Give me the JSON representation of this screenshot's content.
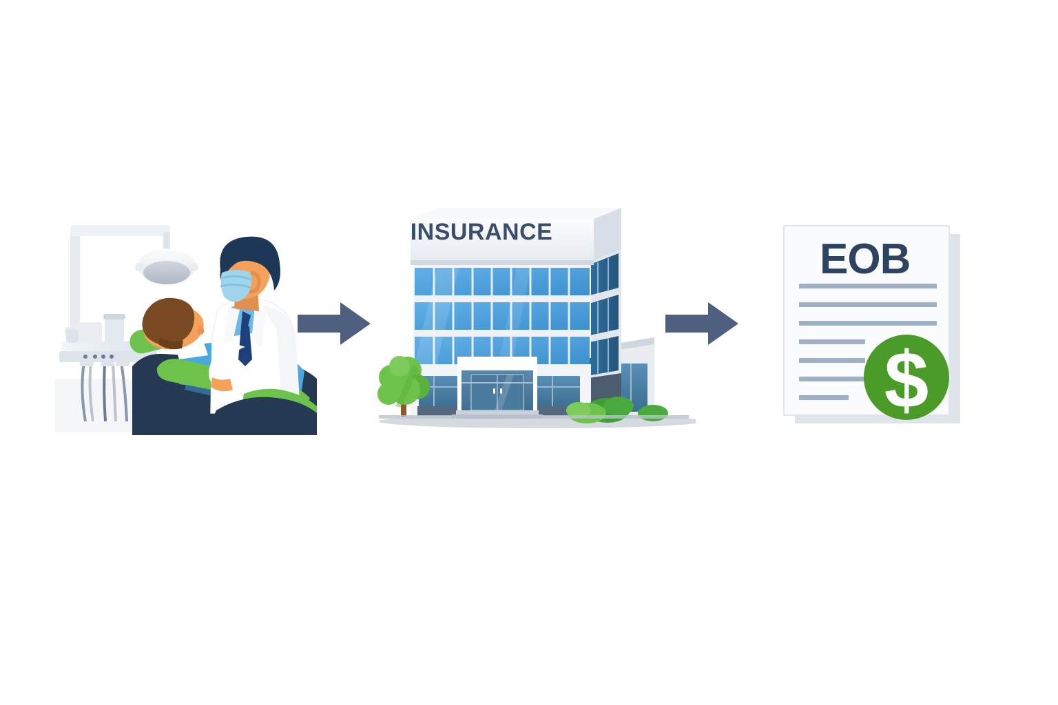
{
  "diagram": {
    "title": "Dental claim to insurance to EOB flow",
    "background_color": "#ffffff",
    "direction": "left-to-right",
    "steps": [
      {
        "id": "dental-visit",
        "order": 1,
        "kind": "illustration",
        "name": "dental-office-scene",
        "label": "",
        "description": "Dentist treating a patient reclined in a dental chair under an overhead operatory lamp"
      },
      {
        "id": "insurance-company",
        "order": 2,
        "kind": "illustration",
        "name": "insurance-building-scene",
        "label": "INSURANCE",
        "description": "Multi-story glass office building with an INSURANCE sign on the facade"
      },
      {
        "id": "eob-document",
        "order": 3,
        "kind": "illustration",
        "name": "eob-document-scene",
        "label": "EOB",
        "description": "Explanation of Benefits paper document with text lines and a green dollar coin badge"
      }
    ],
    "connectors": [
      {
        "id": "arrow-1",
        "name": "flow-arrow-1",
        "from": "dental-visit",
        "to": "insurance-company",
        "color": "#4f5f80"
      },
      {
        "id": "arrow-2",
        "name": "flow-arrow-2",
        "from": "insurance-company",
        "to": "eob-document",
        "color": "#4f5f80"
      }
    ]
  },
  "building": {
    "sign_text": "INSURANCE",
    "sign_text_color": "#3a4d6b",
    "sign_panel_color": "#eef1f5",
    "facade_color": "#f2f4f7",
    "window_color_front": "#4a9ede",
    "window_color_side": "#2f6f9e",
    "window_rows": 3,
    "window_columns": 9,
    "side_window_columns": 3,
    "ground_color": "#c7cdd6",
    "tree_color": "#6cc24a",
    "tree_trunk_color": "#8b5a2b",
    "bush_color_left": "#6cc24a",
    "bush_color_right": "#3f9e37"
  },
  "eob": {
    "title": "EOB",
    "title_color": "#2e4360",
    "page_color": "#fafbfc",
    "page_border_color": "#e2e6eb",
    "shadow_page_color": "#dfe4ea",
    "line_color": "#9fb0c4",
    "lines": [
      {
        "index": 1,
        "width_pct": 92
      },
      {
        "index": 2,
        "width_pct": 92
      },
      {
        "index": 3,
        "width_pct": 92
      },
      {
        "index": 4,
        "width_pct": 44
      },
      {
        "index": 5,
        "width_pct": 44
      },
      {
        "index": 6,
        "width_pct": 44
      },
      {
        "index": 7,
        "width_pct": 33
      }
    ],
    "badge": {
      "name": "dollar-badge",
      "symbol": "$",
      "circle_color": "#4a9b27",
      "symbol_color": "#ffffff"
    }
  },
  "dental": {
    "lamp_color": "#eceff3",
    "chair_base_color": "#253a52",
    "chair_pad_color": "#6cc24a",
    "patient_hair_color": "#7a4a22",
    "patient_skin_color": "#f5a15b",
    "patient_gown_color": "#4ba7e0",
    "dentist_hair_color": "#1d3757",
    "dentist_coat_color": "#ffffff",
    "dentist_mask_color": "#9fd4ea",
    "dentist_tie_color": "#1d3f7a",
    "dentist_shirt_color": "#6cb9e8",
    "cabinet_color": "#e3e7ec",
    "hose_color": "#6d7b90"
  },
  "palette": {
    "arrow": "#4f5f80",
    "arrow_dark": "#3f4d68",
    "navy": "#2e4360",
    "green": "#4a9b27",
    "blue": "#4a9ede",
    "white": "#ffffff"
  }
}
